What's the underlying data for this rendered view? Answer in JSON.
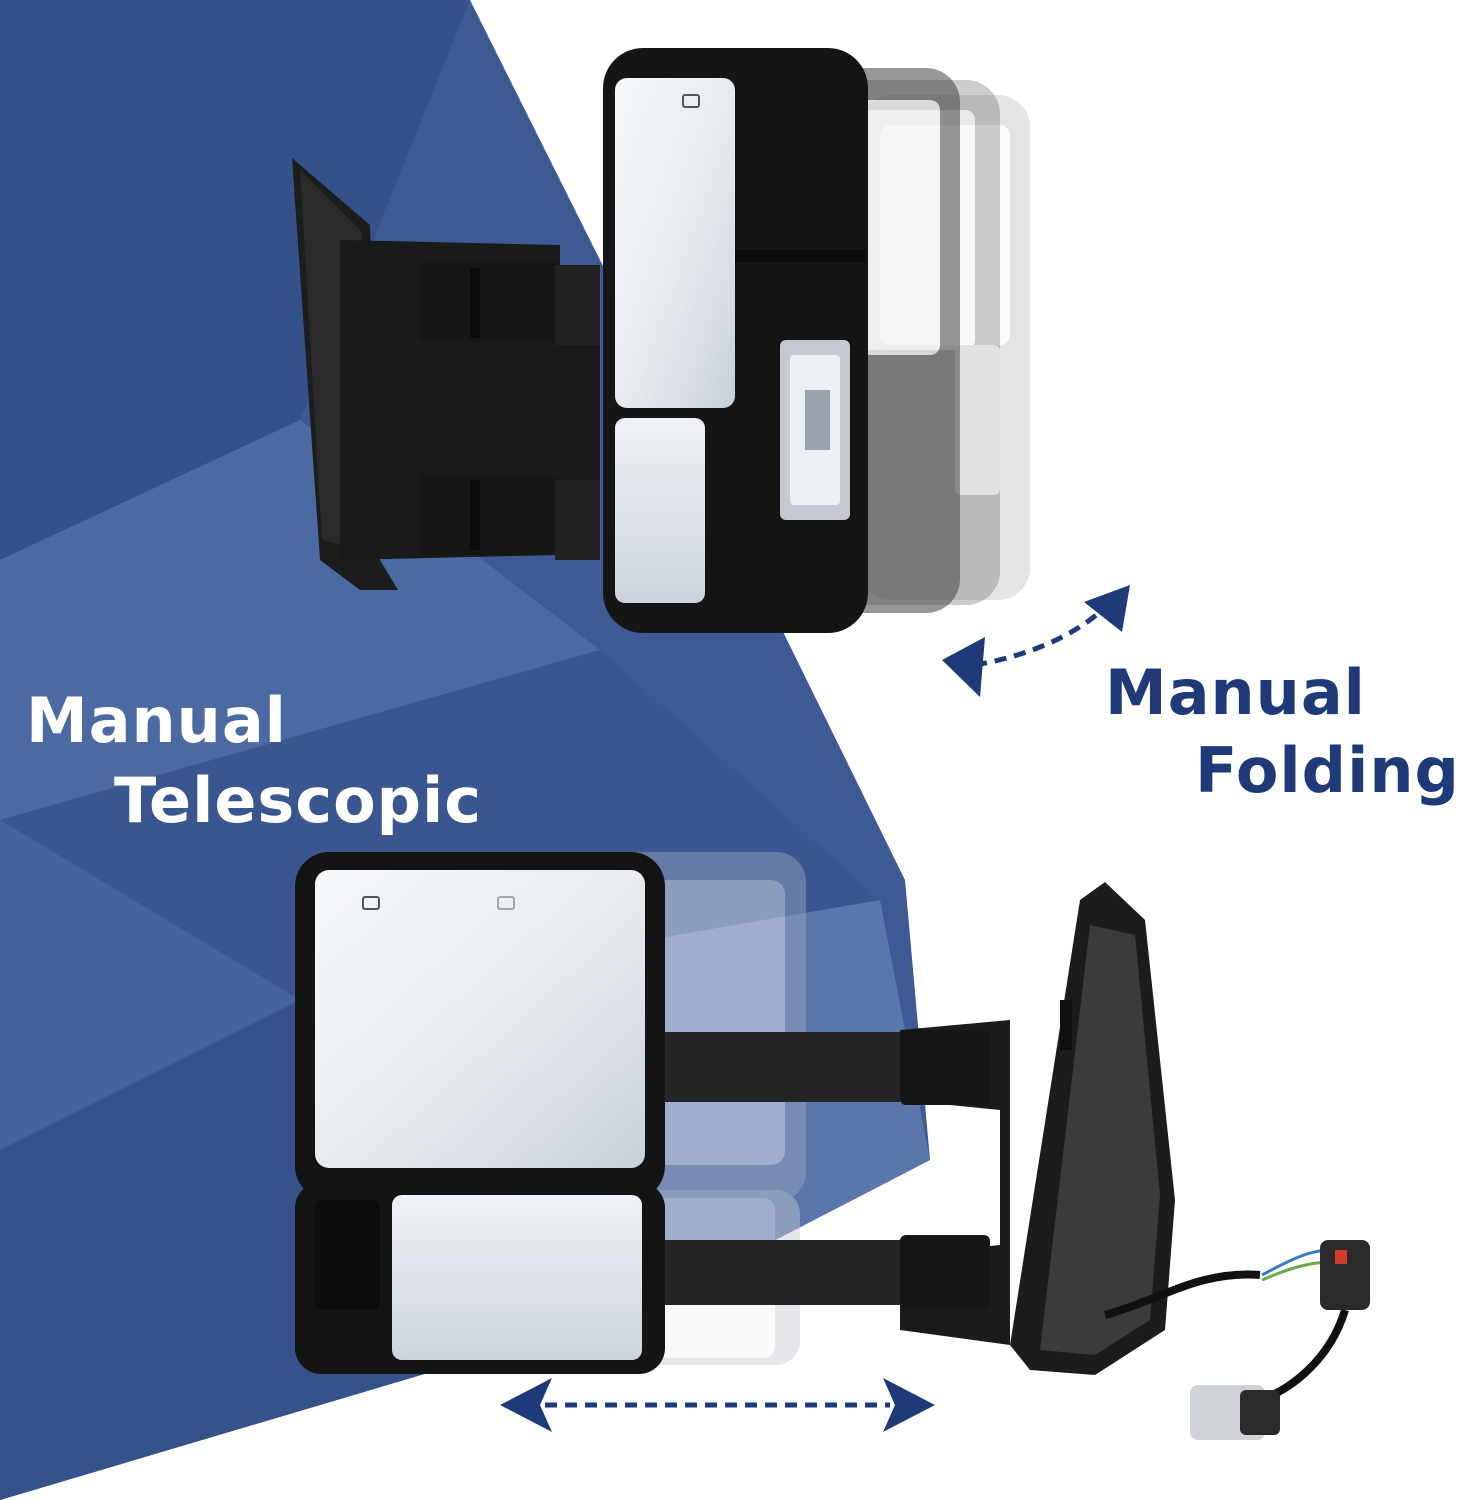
{
  "labels": {
    "telescopic_line1": "Manual",
    "telescopic_line2": "Telescopic",
    "folding_line1": "Manual",
    "folding_line2": "Folding"
  },
  "colors": {
    "background_blue": "#3d5a94",
    "accent_navy": "#1f3a78",
    "text_white": "#ffffff",
    "mirror_black": "#151515",
    "glass": "#e8ecf1"
  },
  "icons": {
    "defrost": "defrost-icon",
    "fold_arrow": "curved-double-arrow-icon",
    "telescope_arrow": "horizontal-double-arrow-icon"
  }
}
